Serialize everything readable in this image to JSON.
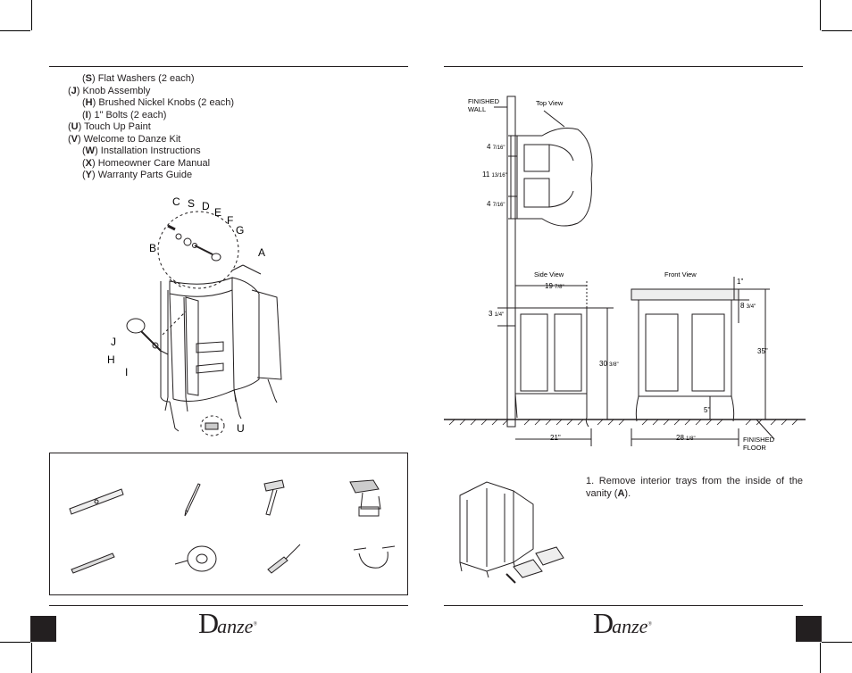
{
  "parts_list": [
    {
      "indent": true,
      "code": "S",
      "text": " Flat Washers (2 each)"
    },
    {
      "indent": false,
      "code": "J",
      "text": " Knob Assembly"
    },
    {
      "indent": true,
      "code": "H",
      "text": " Brushed Nickel Knobs (2 each)"
    },
    {
      "indent": true,
      "code": "I",
      "text": " 1\" Bolts (2 each)"
    },
    {
      "indent": false,
      "code": "U",
      "text": " Touch Up Paint"
    },
    {
      "indent": false,
      "code": "V",
      "text": " Welcome to Danze Kit"
    },
    {
      "indent": true,
      "code": "W",
      "text": " Installation Instructions"
    },
    {
      "indent": true,
      "code": "X",
      "text": " Homeowner Care Manual"
    },
    {
      "indent": true,
      "code": "Y",
      "text": " Warranty Parts Guide"
    }
  ],
  "callouts": {
    "C": "C",
    "S": "S",
    "D": "D",
    "E": "E",
    "F": "F",
    "G": "G",
    "B": "B",
    "A": "A",
    "J": "J",
    "H": "H",
    "I": "I",
    "U": "U"
  },
  "tools": [
    "level",
    "pencil",
    "hammer",
    "drill",
    "drill-bit",
    "hole-saw",
    "screwdriver",
    "pipe-strap"
  ],
  "drawing": {
    "finished_wall": "FINISHED",
    "finished_wall_2": "WALL",
    "top_view": "Top View",
    "side_view": "Side View",
    "front_view": "Front View",
    "finished_floor": "FINISHED",
    "finished_floor_2": "FLOOR",
    "dims": {
      "d4a": "4",
      "d4a_frac": "7/16\"",
      "d11": "11",
      "d11_frac": "13/16\"",
      "d4b": "4",
      "d4b_frac": "7/16\"",
      "d19": "19",
      "d19_frac": "7/8\"",
      "d3": "3",
      "d3_frac": "1/4\"",
      "d30": "30",
      "d30_frac": "3/8\"",
      "d21": "21\"",
      "d28": "28",
      "d28_frac": "1/8\"",
      "d1": "1\"",
      "d8": "8",
      "d8_frac": "3/4\"",
      "d35": "35\"",
      "d5": "5\""
    }
  },
  "step1": {
    "text_before": "1. Remove interior trays from the inside of the vanity (",
    "code": "A",
    "text_after": ")."
  },
  "logo": {
    "initial": "D",
    "rest": "anze",
    "mark": "®"
  }
}
